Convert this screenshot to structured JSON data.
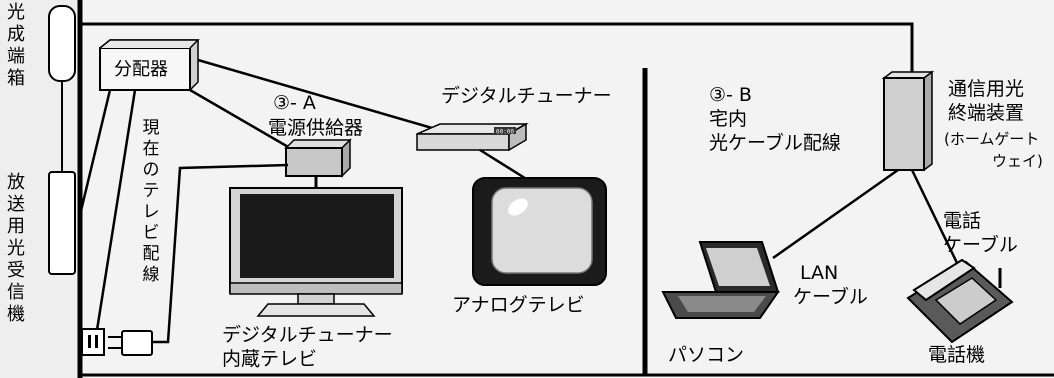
{
  "labels": {
    "onu_box": "光成端箱",
    "broadcast_receiver": "放送用光受信機",
    "splitter": "分配器",
    "current_wiring": "現在のテレビ配線",
    "power_supply_tag": "③- A",
    "power_supply": "電源供給器",
    "digital_tuner": "デジタルチューナー",
    "section_b_tag": "③- B",
    "home_fiber_line1": "宅内",
    "home_fiber_line2": "光ケーブル配線",
    "ont_line1": "通信用光",
    "ont_line2": "終端装置",
    "gateway_line1": "(ホームゲート",
    "gateway_line2": "ウェイ)",
    "phone_cable_line1": "電話",
    "phone_cable_line2": "ケーブル",
    "lan_line1": "LAN",
    "lan_line2": "ケーブル",
    "analog_tv": "アナログテレビ",
    "builtin_tv_line1": "デジタルチューナー",
    "builtin_tv_line2": "内蔵テレビ",
    "pc": "パソコン",
    "telephone": "電話機"
  },
  "tuner_display": "00:00",
  "colors": {
    "wall_fill": "#eeeeee",
    "room_fill": "#f2f2f2",
    "line": "#000000",
    "device_gray": "#cfcfcf"
  }
}
